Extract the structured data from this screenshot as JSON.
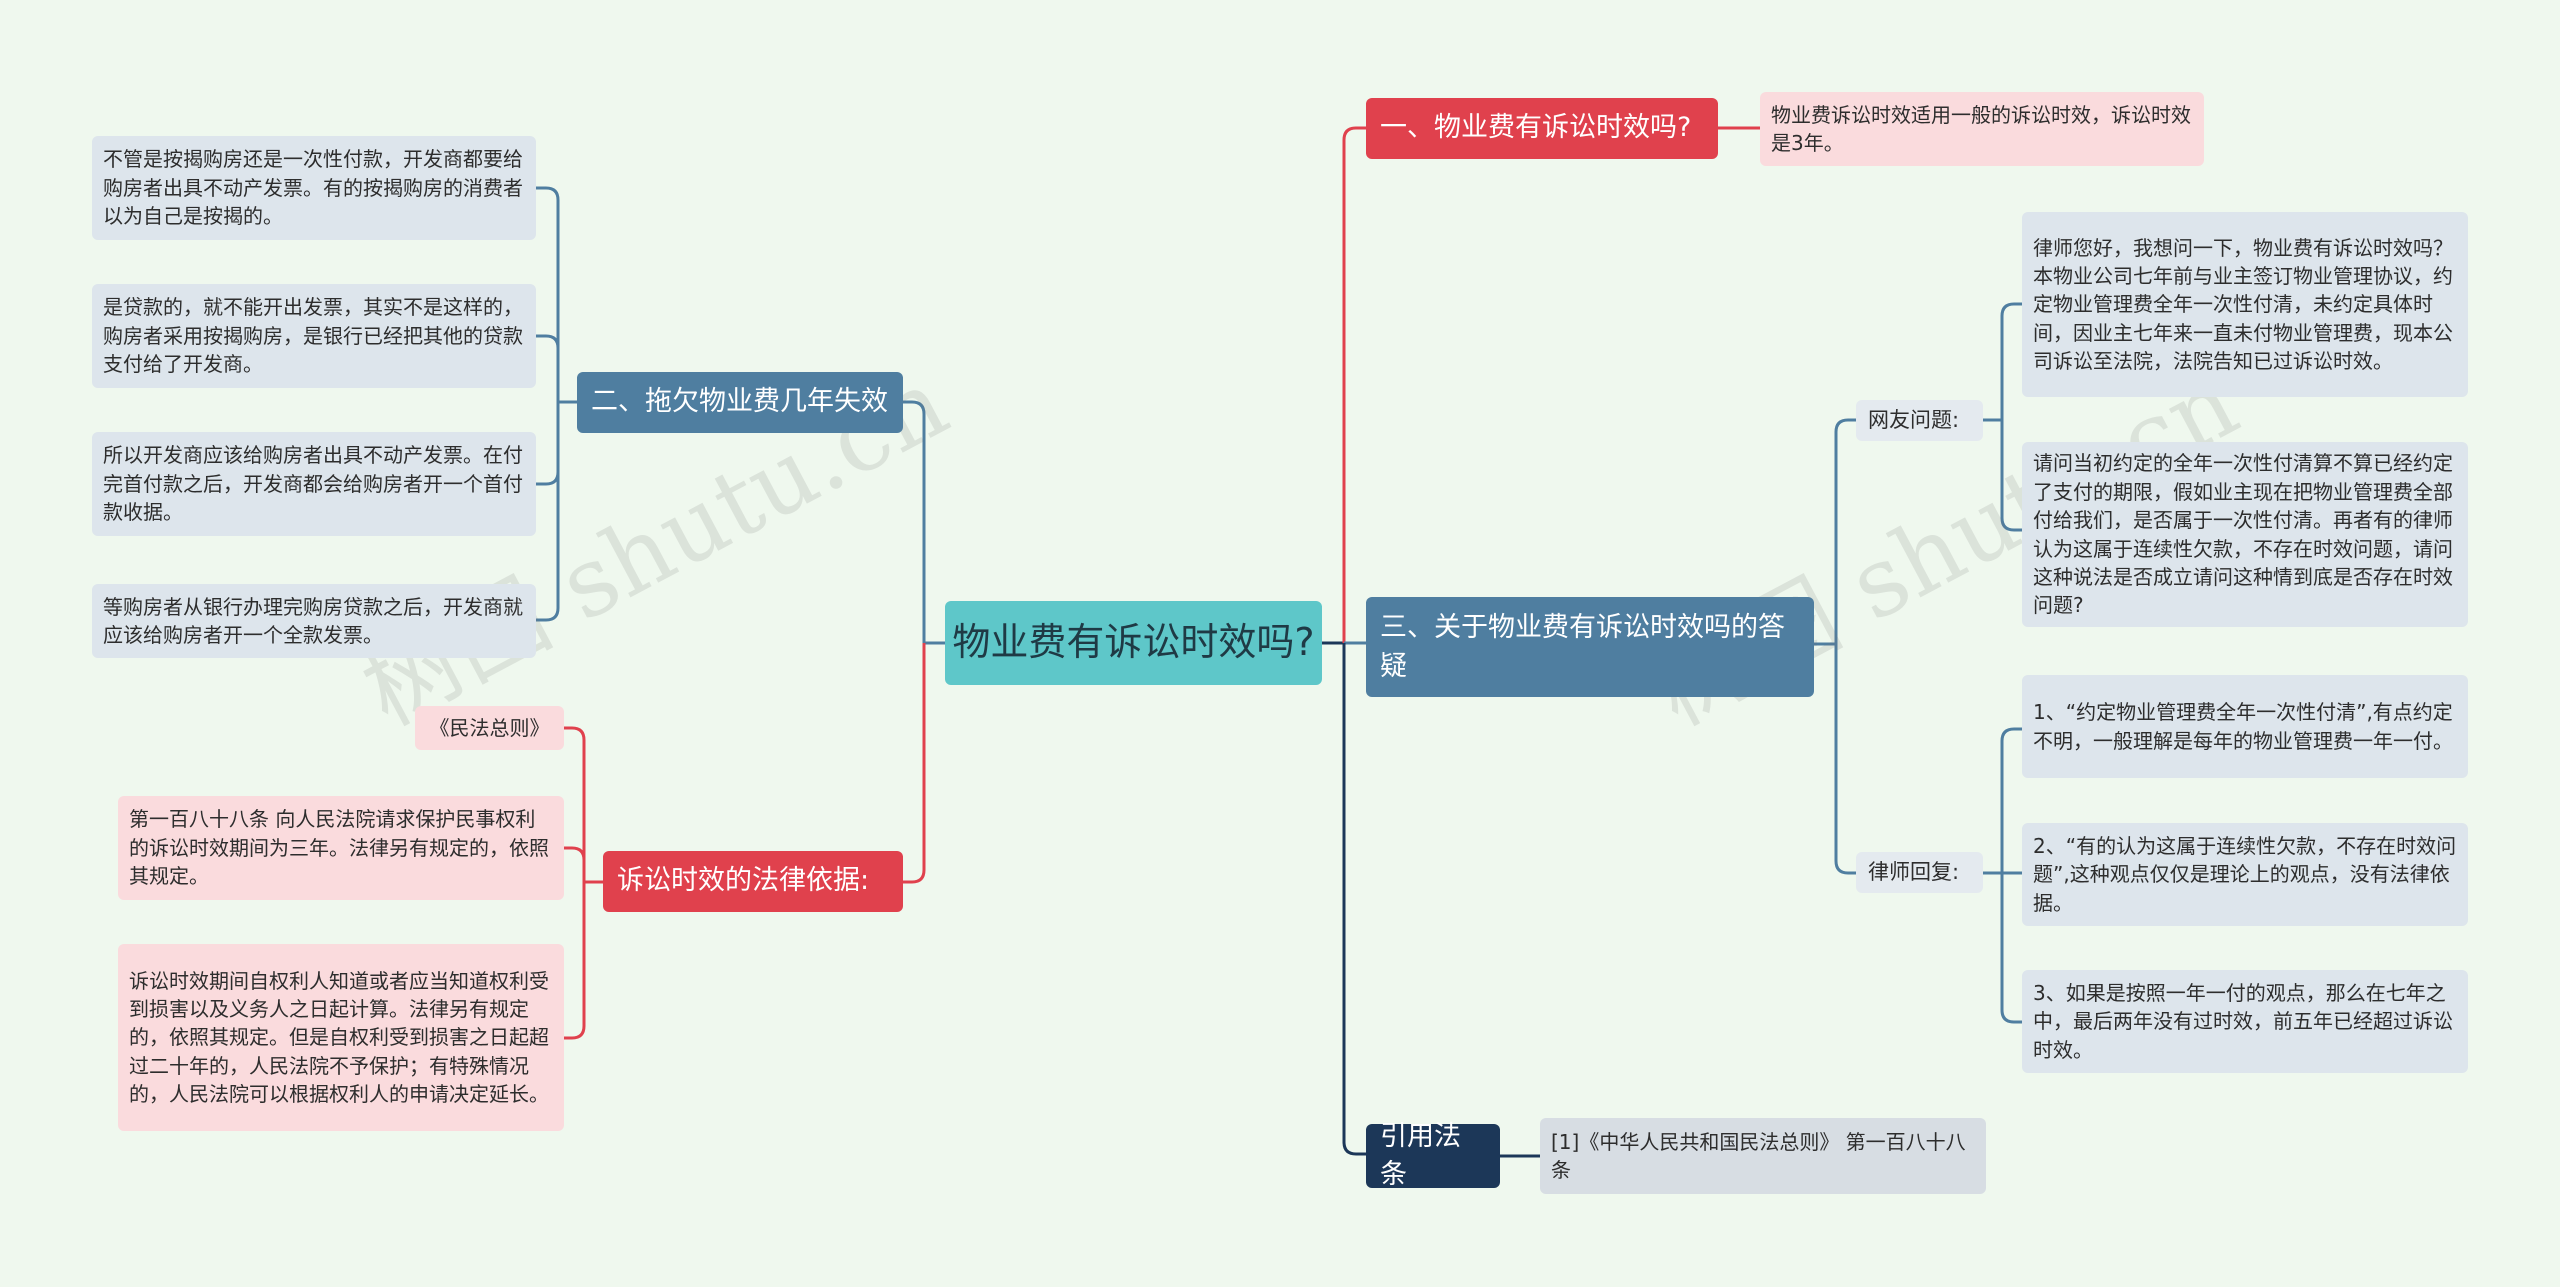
{
  "watermark": "树图 shutu.cn",
  "root": "物业费有诉讼时效吗?",
  "right": {
    "b1": {
      "title": "一、物业费有诉讼时效吗?",
      "answer": "物业费诉讼时效适用一般的诉讼时效，诉讼时效是3年。"
    },
    "b3": {
      "title": "三、关于物业费有诉讼时效吗的答疑",
      "netizen_label": "网友问题:",
      "q1": "律师您好，我想问一下，物业费有诉讼时效吗？本物业公司七年前与业主签订物业管理协议，约定物业管理费全年一次性付清，未约定具体时间，因业主七年来一直未付物业管理费，现本公司诉讼至法院，法院告知已过诉讼时效。",
      "q2": "请问当初约定的全年一次性付清算不算已经约定了支付的期限，假如业主现在把物业管理费全部付给我们，是否属于一次性付清。再者有的律师认为这属于连续性欠款，不存在时效问题，请问这种说法是否成立请问这种情到底是否存在时效问题?",
      "lawyer_label": "律师回复:",
      "r1": "1、“约定物业管理费全年一次性付清”,有点约定不明，一般理解是每年的物业管理费一年一付。",
      "r2": "2、“有的认为这属于连续性欠款，不存在时效问题”,这种观点仅仅是理论上的观点，没有法律依据。",
      "r3": "3、如果是按照一年一付的观点，那么在七年之中，最后两年没有过时效，前五年已经超过诉讼时效。"
    },
    "cite": {
      "title": "引用法条",
      "item": "[1]《中华人民共和国民法总则》 第一百八十八条"
    }
  },
  "left": {
    "b2": {
      "title": "二、拖欠物业费几年失效",
      "t1": "不管是按揭购房还是一次性付款，开发商都要给购房者出具不动产发票。有的按揭购房的消费者以为自己是按揭的。",
      "t2": "是贷款的，就不能开出发票，其实不是这样的，购房者采用按揭购房，是银行已经把其他的贷款支付给了开发商。",
      "t3": "所以开发商应该给购房者出具不动产发票。在付完首付款之后，开发商都会给购房者开一个首付款收据。",
      "t4": "等购房者从银行办理完购房贷款之后，开发商就应该给购房者开一个全款发票。"
    },
    "legal": {
      "title": "诉讼时效的法律依据:",
      "l1": "《民法总则》",
      "l2": "第一百八十八条 向人民法院请求保护民事权利的诉讼时效期间为三年。法律另有规定的，依照其规定。",
      "l3": "诉讼时效期间自权利人知道或者应当知道权利受到损害以及义务人之日起计算。法律另有规定的，依照其规定。但是自权利受到损害之日起超过二十年的，人民法院不予保护；有特殊情况的，人民法院可以根据权利人的申请决定延长。"
    }
  },
  "colors": {
    "background": "#eff8ee",
    "root": "#5ec7c9",
    "red": "#e0414d",
    "blue": "#4f7ea0",
    "navy": "#1c3758",
    "pink": "#fadbdd",
    "grey": "#dde5ec"
  }
}
